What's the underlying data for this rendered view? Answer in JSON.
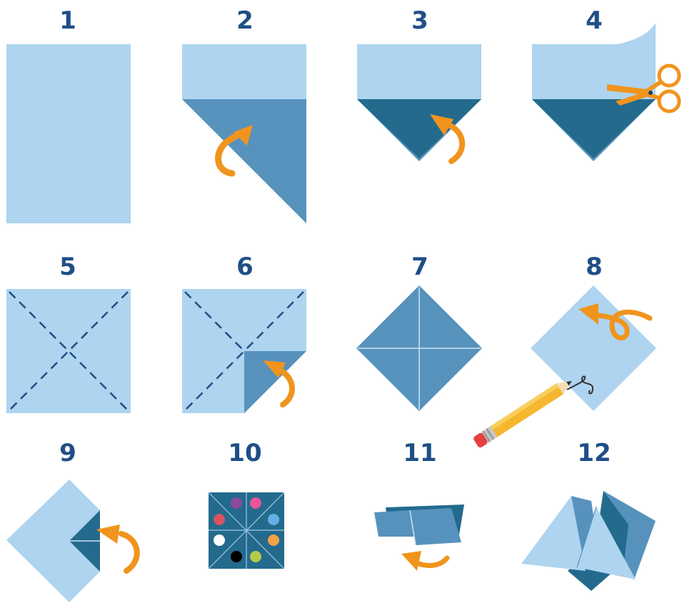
{
  "steps": [
    {
      "number": "1"
    },
    {
      "number": "2"
    },
    {
      "number": "3"
    },
    {
      "number": "4"
    },
    {
      "number": "5"
    },
    {
      "number": "6"
    },
    {
      "number": "7"
    },
    {
      "number": "8"
    },
    {
      "number": "9"
    },
    {
      "number": "10"
    },
    {
      "number": "11"
    },
    {
      "number": "12"
    }
  ],
  "colors": {
    "paper_light": "#aed4ef",
    "paper_mid": "#5792bd",
    "paper_dark": "#236a8d",
    "arrow": "#f0941d",
    "number": "#1f4f86",
    "dashed_fold": "#1d4e86"
  },
  "step10_dot_colors": [
    "#8a4b9c",
    "#e8559a",
    "#d9525f",
    "#62b1e4",
    "#ffffff",
    "#f2a148",
    "#000000",
    "#b3c94c"
  ]
}
